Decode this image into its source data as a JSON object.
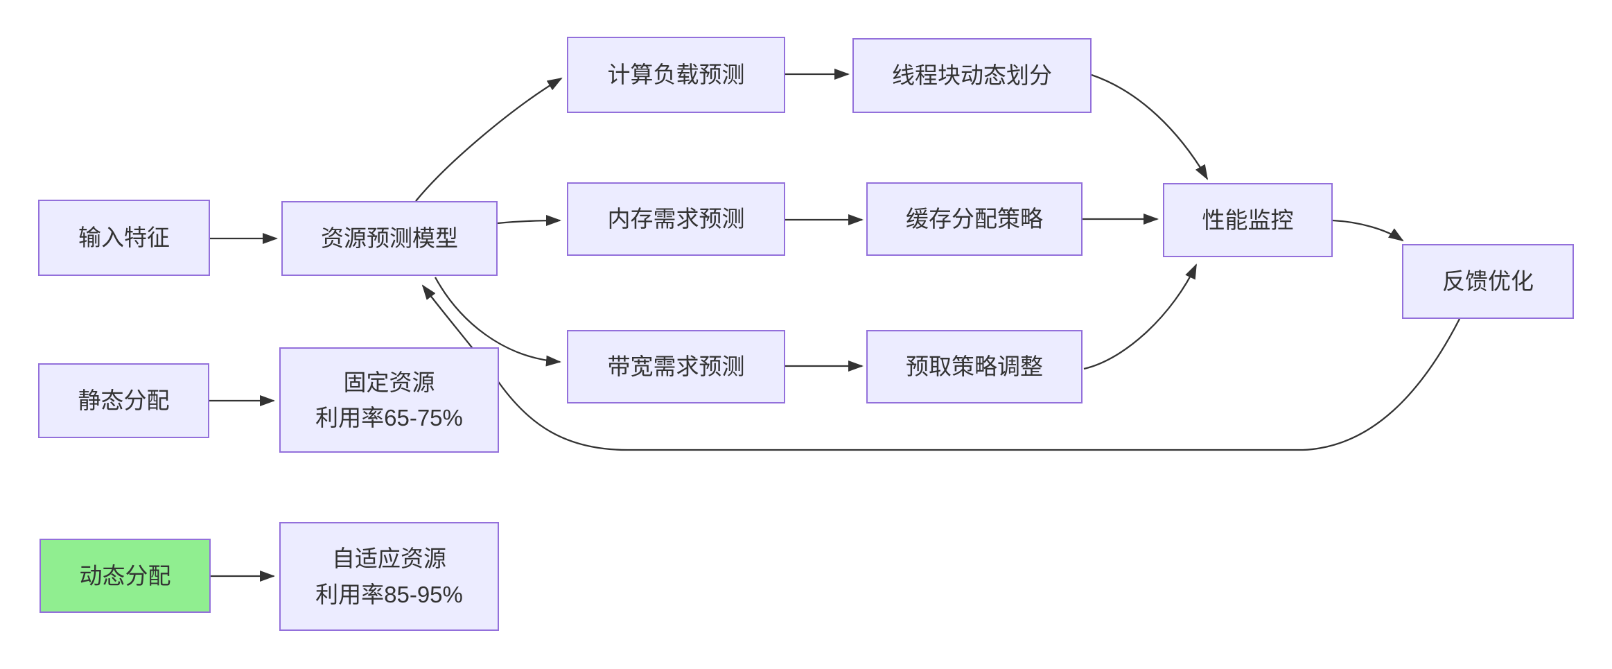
{
  "diagram": {
    "type": "flowchart",
    "direction": "left-to-right",
    "colors": {
      "node_fill": "#ECECFF",
      "node_border": "#9370DB",
      "highlight_fill": "#90EE90",
      "edge": "#333333",
      "text": "#333333",
      "background": "#FFFFFF"
    },
    "nodes": [
      {
        "id": "input-features",
        "lines": [
          "输入特征"
        ]
      },
      {
        "id": "resource-prediction-model",
        "lines": [
          "资源预测模型"
        ]
      },
      {
        "id": "compute-load-prediction",
        "lines": [
          "计算负载预测"
        ]
      },
      {
        "id": "thread-block-dynamic-partition",
        "lines": [
          "线程块动态划分"
        ]
      },
      {
        "id": "memory-demand-prediction",
        "lines": [
          "内存需求预测"
        ]
      },
      {
        "id": "cache-allocation-strategy",
        "lines": [
          "缓存分配策略"
        ]
      },
      {
        "id": "bandwidth-demand-prediction",
        "lines": [
          "带宽需求预测"
        ]
      },
      {
        "id": "prefetch-strategy-adjustment",
        "lines": [
          "预取策略调整"
        ]
      },
      {
        "id": "performance-monitoring",
        "lines": [
          "性能监控"
        ]
      },
      {
        "id": "feedback-optimization",
        "lines": [
          "反馈优化"
        ]
      },
      {
        "id": "static-allocation",
        "lines": [
          "静态分配"
        ]
      },
      {
        "id": "fixed-resources",
        "lines": [
          "固定资源",
          "利用率65-75%"
        ]
      },
      {
        "id": "dynamic-allocation",
        "lines": [
          "动态分配"
        ],
        "highlight": true
      },
      {
        "id": "adaptive-resources",
        "lines": [
          "自适应资源",
          "利用率85-95%"
        ]
      }
    ],
    "edges": [
      {
        "from": "input-features",
        "to": "resource-prediction-model"
      },
      {
        "from": "resource-prediction-model",
        "to": "compute-load-prediction"
      },
      {
        "from": "resource-prediction-model",
        "to": "memory-demand-prediction"
      },
      {
        "from": "resource-prediction-model",
        "to": "bandwidth-demand-prediction"
      },
      {
        "from": "compute-load-prediction",
        "to": "thread-block-dynamic-partition"
      },
      {
        "from": "memory-demand-prediction",
        "to": "cache-allocation-strategy"
      },
      {
        "from": "bandwidth-demand-prediction",
        "to": "prefetch-strategy-adjustment"
      },
      {
        "from": "thread-block-dynamic-partition",
        "to": "performance-monitoring"
      },
      {
        "from": "cache-allocation-strategy",
        "to": "performance-monitoring"
      },
      {
        "from": "prefetch-strategy-adjustment",
        "to": "performance-monitoring"
      },
      {
        "from": "performance-monitoring",
        "to": "feedback-optimization"
      },
      {
        "from": "feedback-optimization",
        "to": "resource-prediction-model"
      },
      {
        "from": "static-allocation",
        "to": "fixed-resources"
      },
      {
        "from": "dynamic-allocation",
        "to": "adaptive-resources"
      }
    ]
  }
}
